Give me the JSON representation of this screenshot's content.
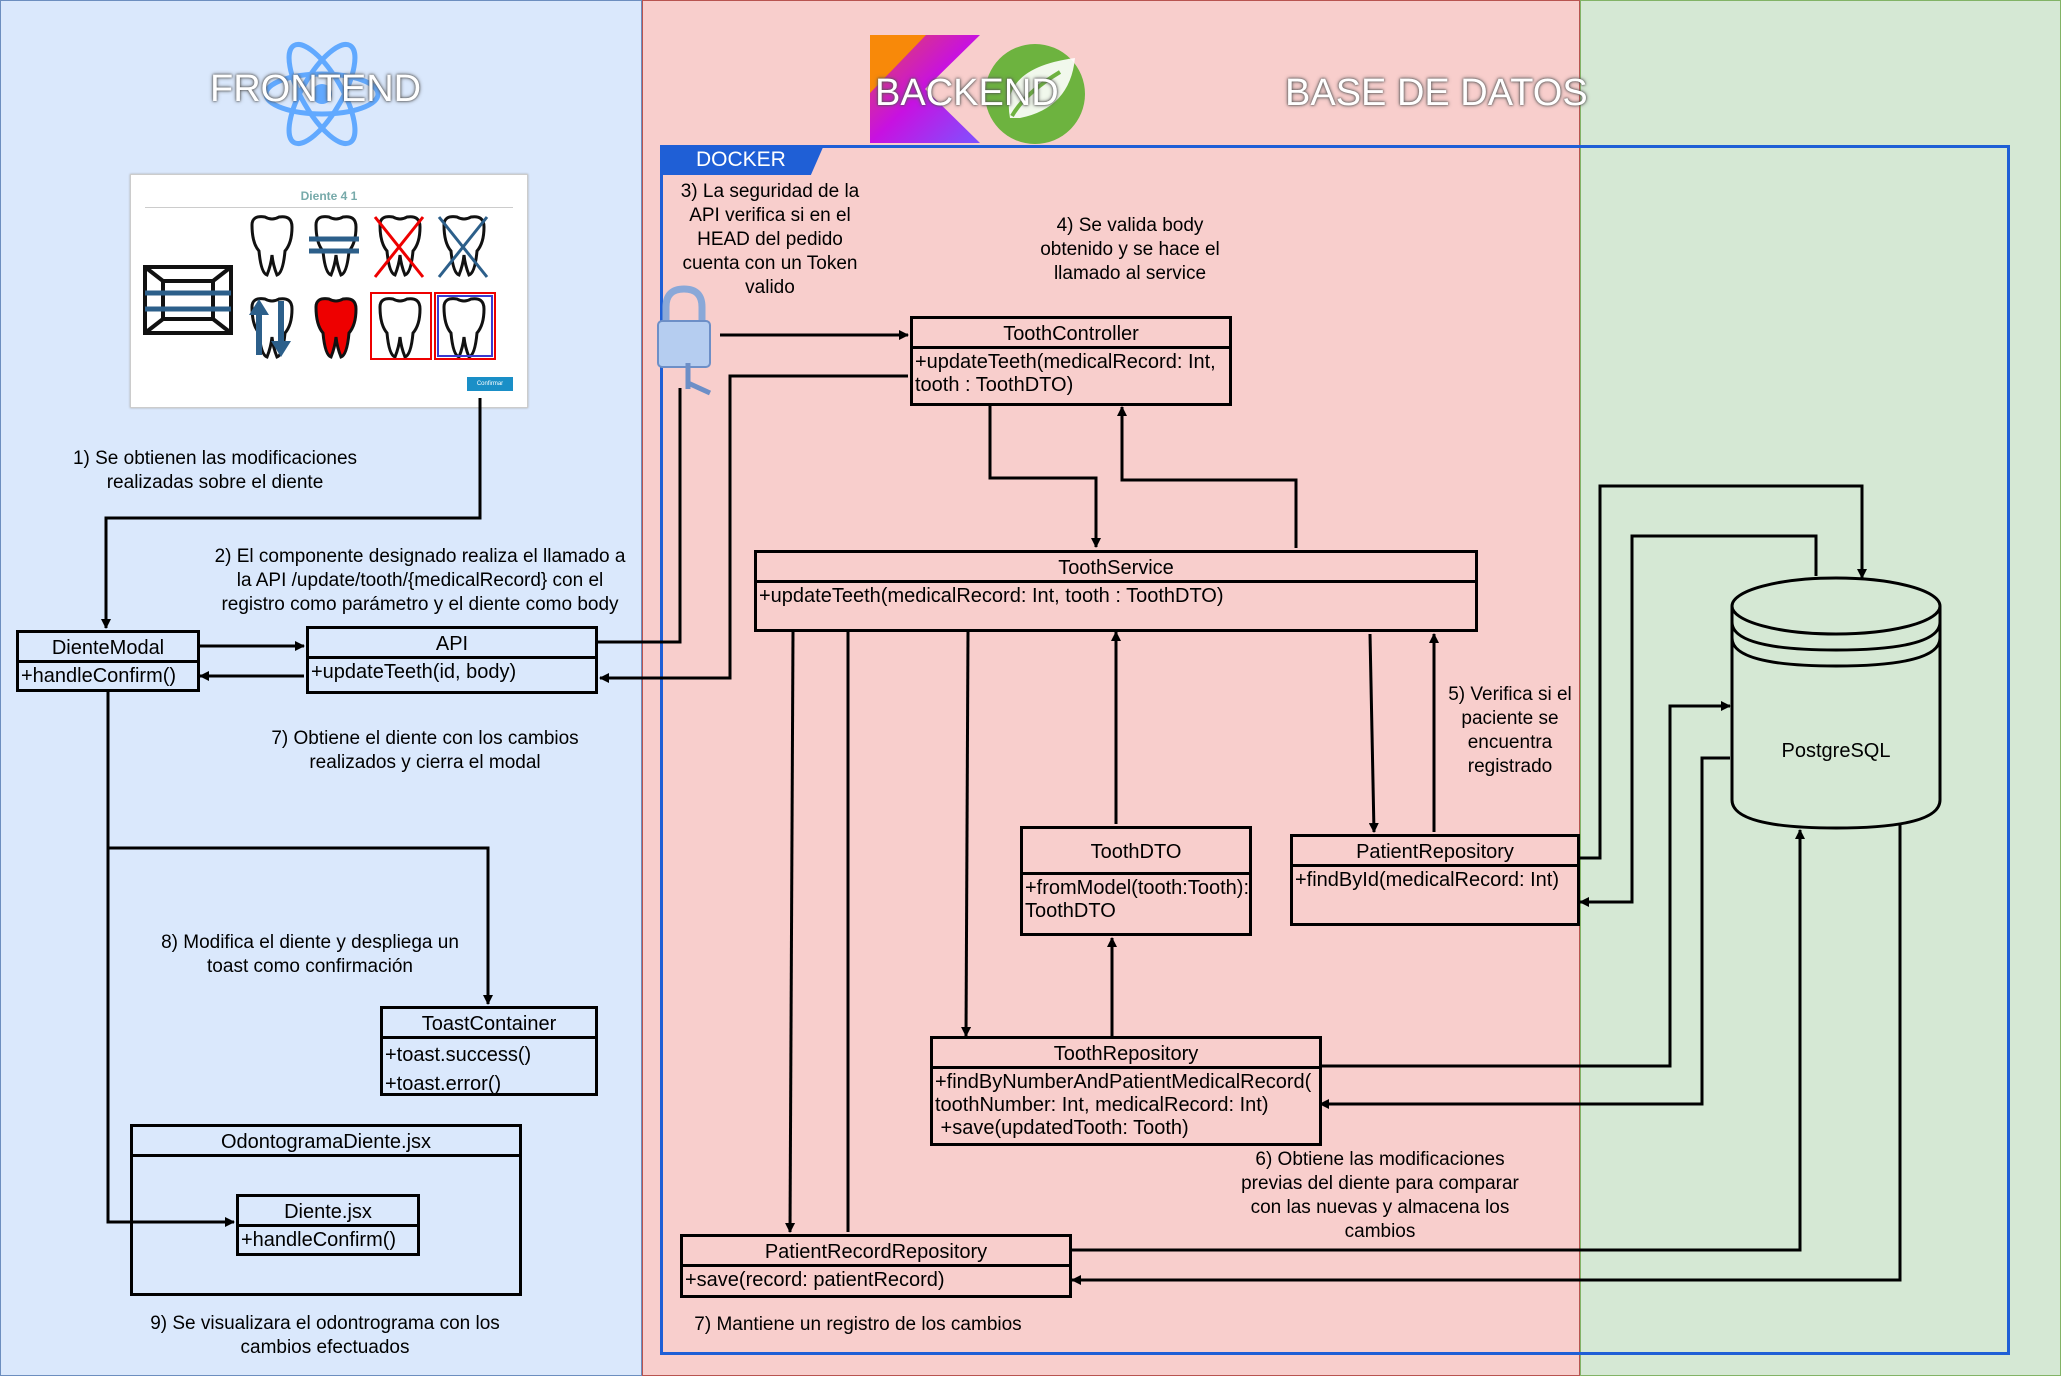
{
  "zones": {
    "frontend": "FRONTEND",
    "backend": "BACKEND",
    "database": "BASE DE DATOS"
  },
  "docker_label": "DOCKER",
  "screenshot": {
    "title": "Diente 4 1",
    "confirm_label": "Confirmar"
  },
  "classes": {
    "diente_modal": {
      "name": "DienteModal",
      "methods": "+handleConfirm()"
    },
    "api": {
      "name": "API",
      "methods": "+updateTeeth(id, body)"
    },
    "toast_container": {
      "name": "ToastContainer",
      "methods": "+toast.success()\n+toast.error()"
    },
    "odontograma": {
      "name": "OdontogramaDiente.jsx"
    },
    "diente_jsx": {
      "name": "Diente.jsx",
      "methods": "+handleConfirm()"
    },
    "tooth_controller": {
      "name": "ToothController",
      "methods": "+updateTeeth(medicalRecord: Int,\ntooth : ToothDTO)"
    },
    "tooth_service": {
      "name": "ToothService",
      "methods": "+updateTeeth(medicalRecord: Int, tooth : ToothDTO)"
    },
    "tooth_dto": {
      "name": "ToothDTO",
      "methods": "+fromModel(tooth:Tooth):\nToothDTO"
    },
    "patient_repository": {
      "name": "PatientRepository",
      "methods": "+findById(medicalRecord: Int)"
    },
    "tooth_repository": {
      "name": "ToothRepository",
      "methods": "+findByNumberAndPatientMedicalRecord(\ntoothNumber: Int, medicalRecord: Int)\n +save(updatedTooth: Tooth)"
    },
    "patient_record_repository": {
      "name": "PatientRecordRepository",
      "methods": "+save(record: patientRecord)"
    }
  },
  "database_label": "PostgreSQL",
  "notes": {
    "n1": "1) Se obtienen las modificaciones\nrealizadas sobre el diente",
    "n2": "2) El componente designado realiza el llamado a\nla API /update/tooth/{medicalRecord} con el\nregistro como parámetro y el diente como body",
    "n3": "3) La seguridad de la\nAPI verifica si en el\nHEAD del pedido\ncuenta con un Token\nvalido",
    "n4": "4) Se valida body\nobtenido y se hace el\nllamado al service",
    "n5": "5) Verifica si el\npaciente se\nencuentra\nregistrado",
    "n6": "6) Obtiene las modificaciones\nprevias del diente para comparar\ncon las nuevas y almacena los\ncambios",
    "n7a": "7) Obtiene el diente con los cambios\nrealizados y cierra el modal",
    "n7b": "7) Mantiene un registro de los cambios",
    "n8": "8) Modifica el diente y despliega un\ntoast como confirmación",
    "n9": "9) Se visualizara el odontrograma con los\ncambios efectuados"
  }
}
